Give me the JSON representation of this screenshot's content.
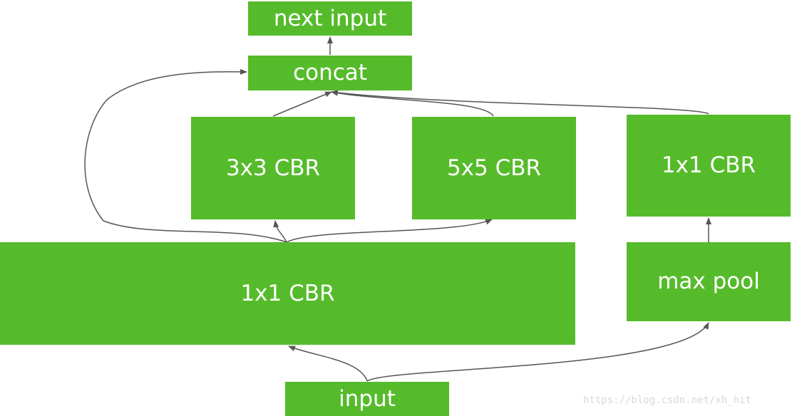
{
  "nodes": {
    "next_input": "next input",
    "concat": "concat",
    "conv3x3": "3x3 CBR",
    "conv5x5": "5x5 CBR",
    "conv1x1_pool": "1x1 CBR",
    "conv1x1_main": "1x1 CBR",
    "max_pool": "max pool",
    "input": "input"
  },
  "colors": {
    "node_fill": "#56bb2b",
    "node_text": "#ffffff",
    "edge": "#555555"
  },
  "watermark": "https://blog.csdn.net/xh_hit"
}
